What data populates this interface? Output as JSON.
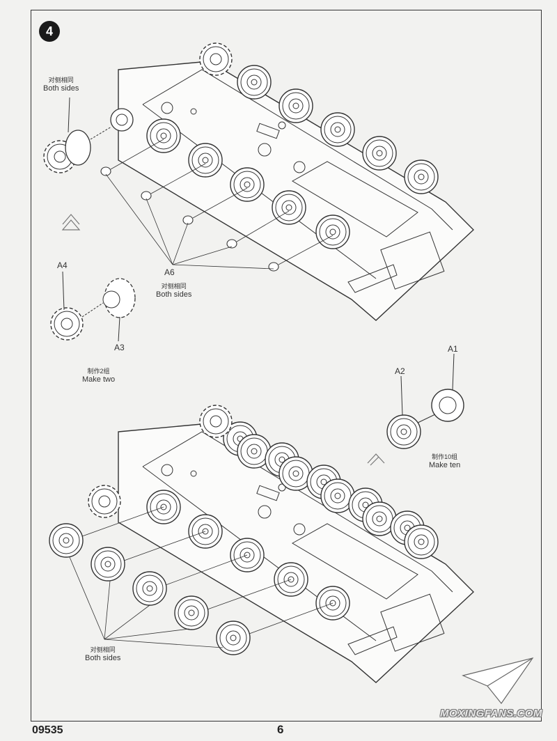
{
  "step": {
    "number": "4"
  },
  "top": {
    "sprocket_label": {
      "cn": "对侧相同",
      "en": "Both sides"
    },
    "parts_label": {
      "part": "A6",
      "cn": "对侧相同",
      "en": "Both sides"
    }
  },
  "subassembly_sprocket": {
    "part_a4": "A4",
    "part_a3": "A3",
    "make": {
      "cn": "制作2组",
      "en": "Make two"
    }
  },
  "subassembly_wheel": {
    "part_a2": "A2",
    "part_a1": "A1",
    "make": {
      "cn": "制作10组",
      "en": "Make ten"
    }
  },
  "bottom": {
    "wheels_label": {
      "cn": "对侧相同",
      "en": "Both sides"
    }
  },
  "footer": {
    "kit_code": "09535",
    "page_number": "6"
  },
  "watermark": "MOXINGFANS.COM",
  "colors": {
    "line": "#333333",
    "paper": "#f2f2f0",
    "badge": "#1a1a1a"
  }
}
